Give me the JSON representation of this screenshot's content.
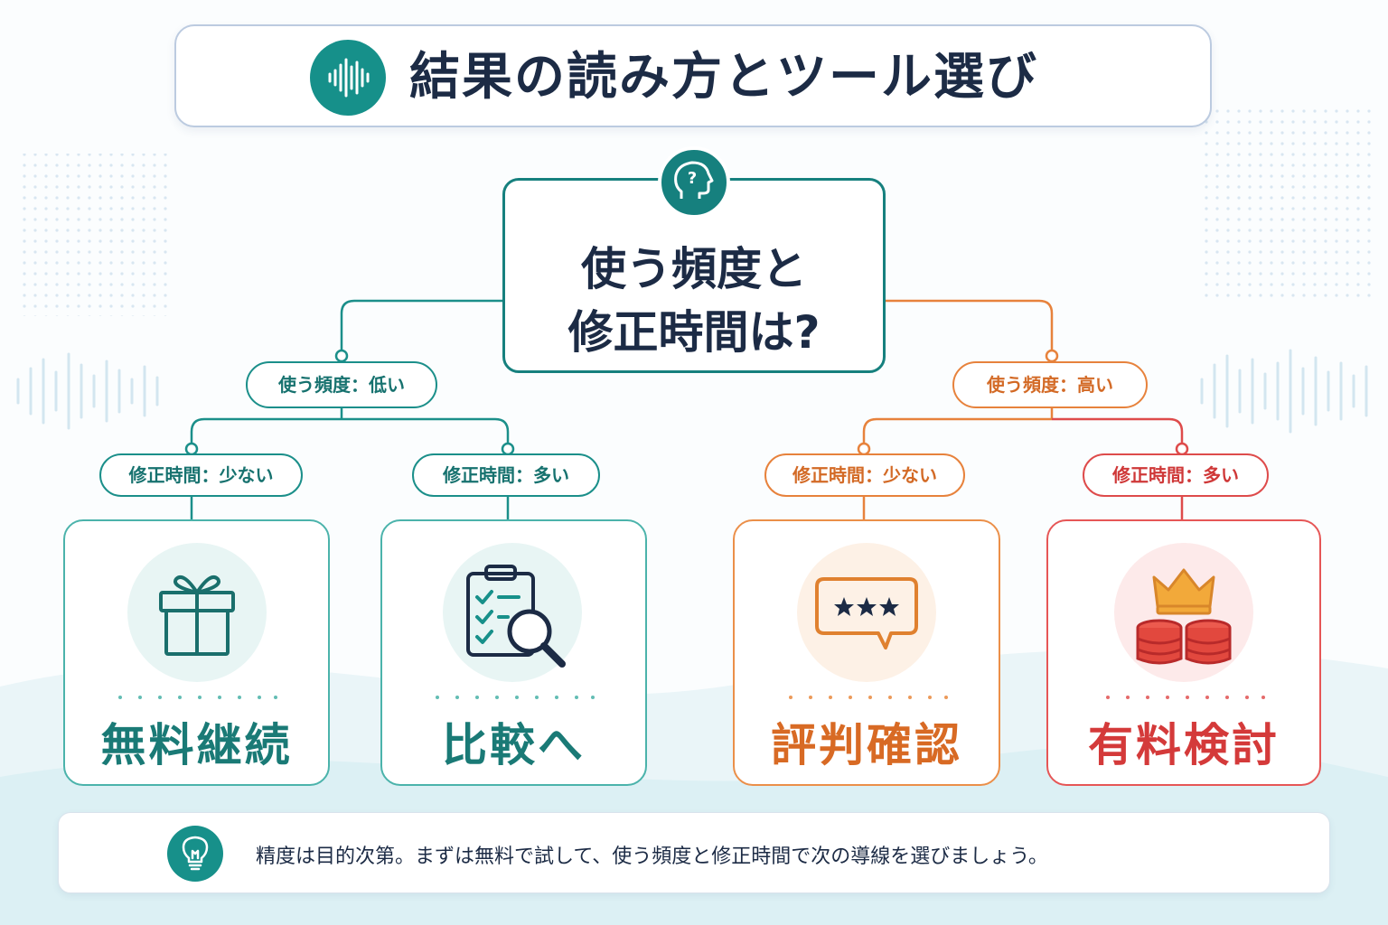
{
  "title": "結果の読み方とツール選び",
  "question": {
    "line1": "使う頻度と",
    "line2": "修正時間は?"
  },
  "branches": {
    "low_frequency": "使う頻度：低い",
    "high_frequency": "使う頻度：高い"
  },
  "conditions": [
    "修正時間：少ない",
    "修正時間：多い",
    "修正時間：少ない",
    "修正時間：多い"
  ],
  "results": [
    {
      "label": "無料継続",
      "icon": "gift-icon",
      "color": "#1a7a76"
    },
    {
      "label": "比較へ",
      "icon": "clipboard-search-icon",
      "color": "#1a7a76"
    },
    {
      "label": "評判確認",
      "icon": "review-stars-icon",
      "color": "#d86a24"
    },
    {
      "label": "有料検討",
      "icon": "crown-coins-icon",
      "color": "#d43a3a"
    }
  ],
  "footer": {
    "text": "精度は目的次第。まずは無料で試して、使う頻度と修正時間で次の導線を選びましょう。",
    "icon": "lightbulb-icon"
  },
  "colors": {
    "teal": "#16807e",
    "orange": "#e7823c",
    "red": "#de4b4b",
    "navy": "#1c2b45"
  }
}
